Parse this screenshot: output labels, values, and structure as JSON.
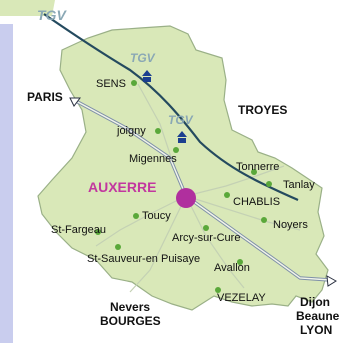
{
  "colors": {
    "page_bg": "#ffffff",
    "side_panel": "#c9cdee",
    "region_fill": "#d9e8b8",
    "region_stroke": "#9ab087",
    "tgv_line": "#244a5f",
    "road_line": "#7f90a8",
    "town_dot": "#5aa83a",
    "capital_dot": "#b02f9e",
    "capital_text": "#c2379f",
    "tgv_icon": "#1b3f8f",
    "label_text": "#111111"
  },
  "map": {
    "tgv_marks": [
      "TGV",
      "TGV",
      "TGV"
    ],
    "capital": {
      "name": "AUXERRE"
    },
    "towns": [
      {
        "name": "SENS"
      },
      {
        "name": "joigny"
      },
      {
        "name": "Migennes"
      },
      {
        "name": "Tonnerre"
      },
      {
        "name": "Tanlay"
      },
      {
        "name": "CHABLIS"
      },
      {
        "name": "Noyers"
      },
      {
        "name": "Toucy"
      },
      {
        "name": "St-Fargeau"
      },
      {
        "name": "Arcy-sur-Cure"
      },
      {
        "name": "St-Sauveur-en Puisaye"
      },
      {
        "name": "Avallon"
      },
      {
        "name": "VEZELAY"
      }
    ],
    "destinations": {
      "paris": "PARIS",
      "troyes": "TROYES",
      "dijon_line1": "Dijon",
      "dijon_line2": "Beaune",
      "dijon_line3": "LYON",
      "nevers_line1": "Nevers",
      "nevers_line2": "BOURGES"
    }
  }
}
